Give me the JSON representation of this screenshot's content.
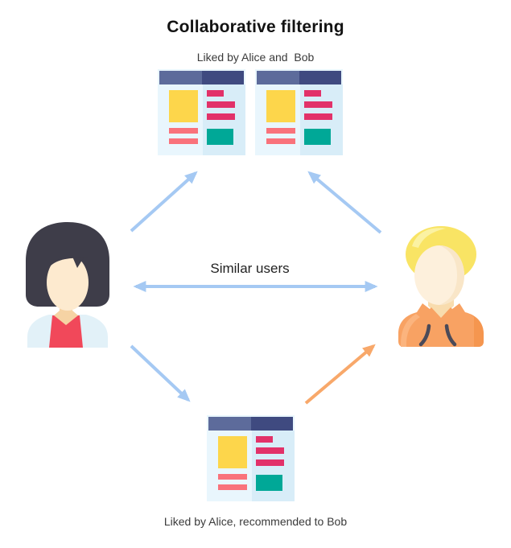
{
  "title": "Collaborative filtering",
  "captions": {
    "top": "Liked by Alice and  Bob",
    "bottom": "Liked by Alice, recommended to Bob"
  },
  "labels": {
    "similar_users": "Similar users"
  },
  "icons": {
    "documents": [
      "document-icon-top-left",
      "document-icon-top-right",
      "document-icon-bottom"
    ],
    "avatars": [
      "woman-avatar-icon (Alice)",
      "man-avatar-icon (Bob)"
    ],
    "arrows": [
      "alice-likes-arrow (blue, to top-left document)",
      "bob-likes-arrow (blue, to top-right document)",
      "similar-users-arrow (blue, double-headed horizontal)",
      "alice-likes-bottom-arrow (blue, to bottom document)",
      "recommendation-arrow (orange, bottom document to Bob)"
    ]
  },
  "colors": {
    "background": "#ffffff",
    "arrow_blue": "#a5c9f3",
    "arrow_orange": "#f8a86a",
    "doc_header_left": "#5d6b9b",
    "doc_header_right": "#3f4a80",
    "doc_body_left": "#e9f6fd",
    "doc_body_right": "#d8edf8",
    "doc_image_yellow": "#fdd64b",
    "doc_line_magenta": "#e23169",
    "doc_line_salmon": "#f9727b",
    "doc_button_teal": "#00a897",
    "woman_hair": "#3e3d49",
    "woman_shirt_red": "#f1485a",
    "woman_cardigan_blue": "#e2f1f8",
    "man_hair_yellow": "#f9e464",
    "man_hoodie_orange": "#f8a263",
    "skin_light": "#fdeed8"
  }
}
